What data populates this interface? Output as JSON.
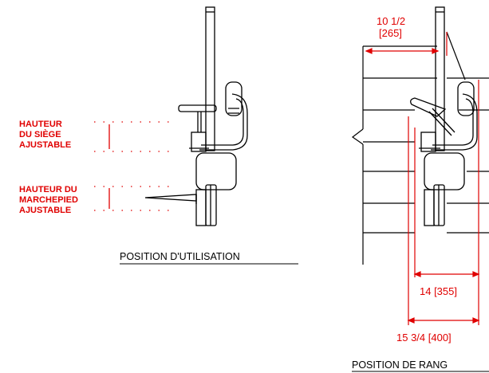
{
  "left_view": {
    "seat_height_label": [
      "HAUTEUR",
      "DU SIÈGE",
      "AJUSTABLE"
    ],
    "footrest_height_label": [
      "HAUTEUR DU",
      "MARCHEPIED",
      "AJUSTABLE"
    ],
    "caption": "POSITION D'UTILISATION"
  },
  "right_view": {
    "top_dimension": [
      "10 1/2",
      "[265]"
    ],
    "dimension_1": "14 [355]",
    "dimension_2": "15 3/4 [400]",
    "caption": "POSITION DE RANG"
  },
  "colors": {
    "annotation": "#e00000",
    "linework": "#000000"
  }
}
